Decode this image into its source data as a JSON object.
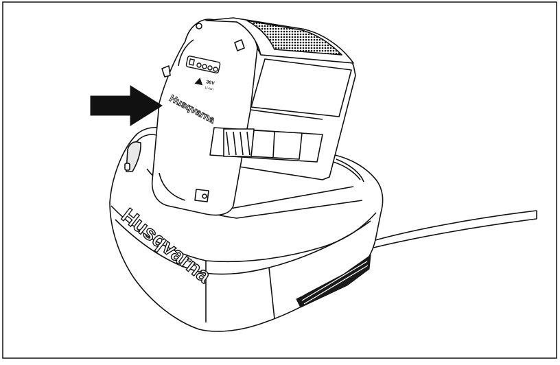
{
  "illustration": {
    "charger_brand": "Husqvarna",
    "battery_brand": "Husqvarna",
    "battery_badge_top": "36V",
    "battery_badge_bottom": "Li-Ion",
    "arrow": "right-pointing-arrow-icon",
    "colors": {
      "line": "#111111",
      "background": "#ffffff",
      "arrow": "#111111",
      "vent": "#1a1a1a"
    }
  }
}
